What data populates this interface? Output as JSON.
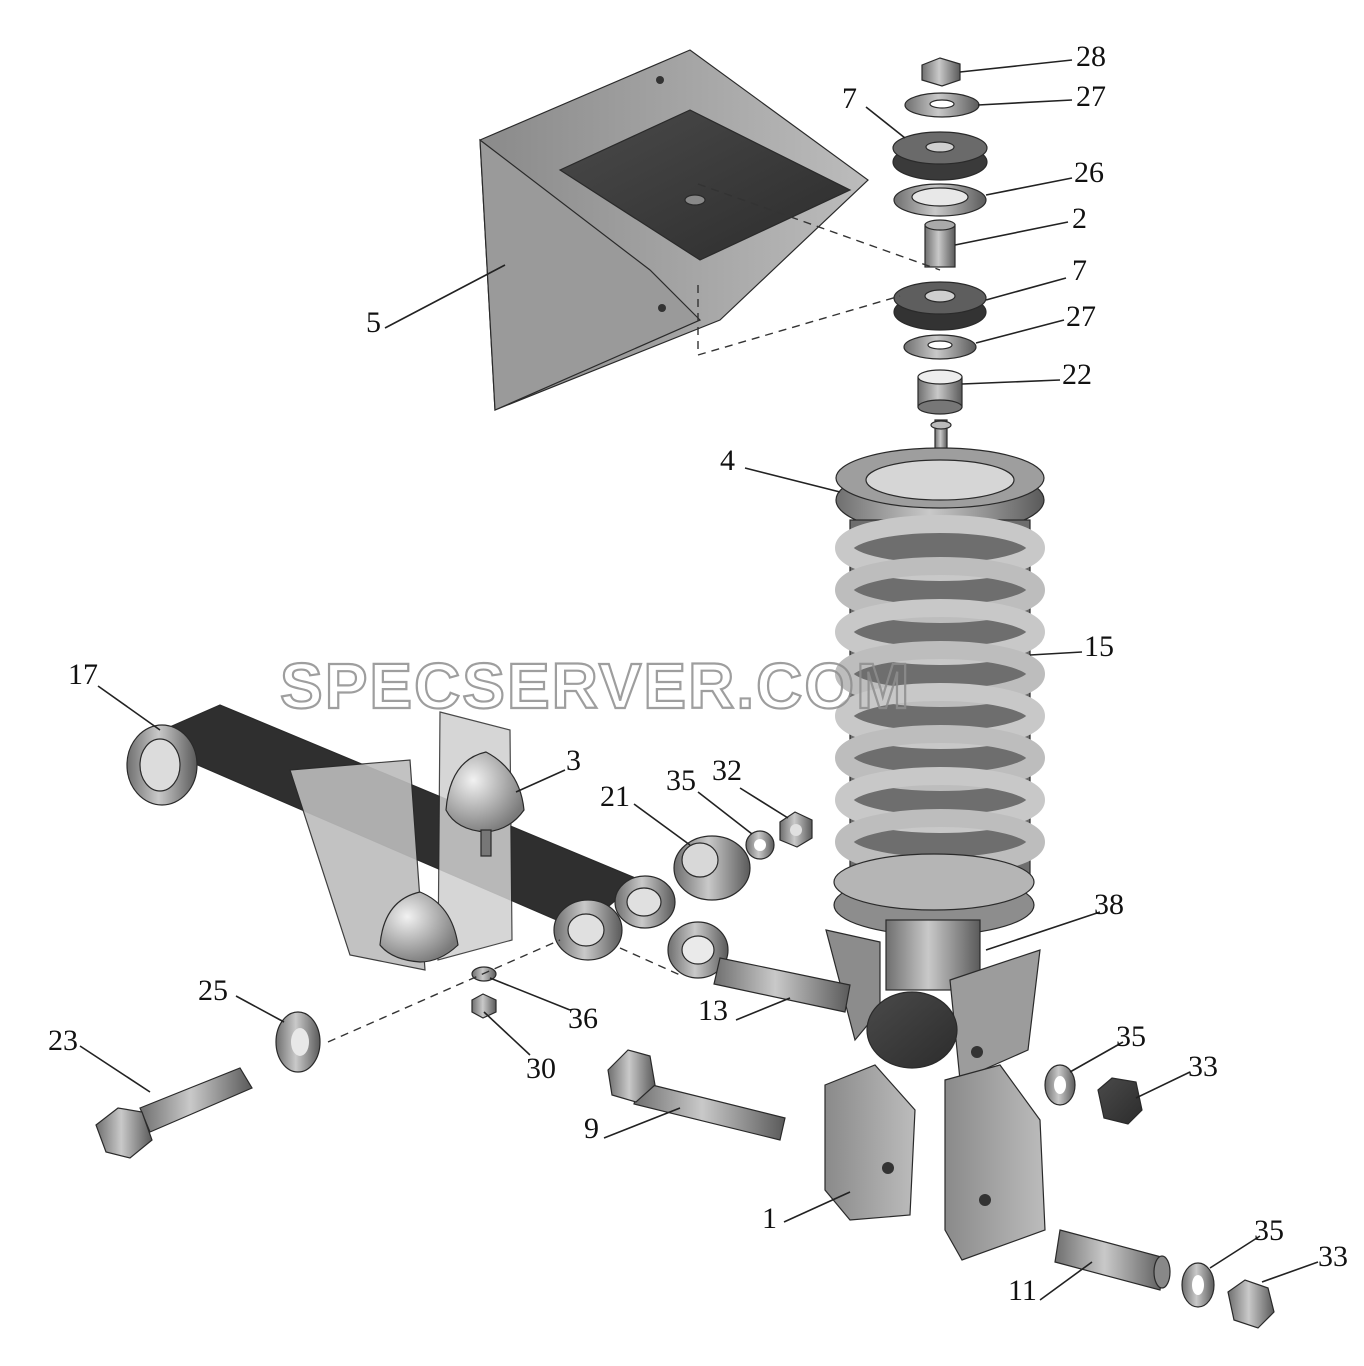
{
  "watermark": "SPECSERVER.COM",
  "callouts": [
    {
      "id": "c28",
      "label": "28"
    },
    {
      "id": "c27a",
      "label": "27"
    },
    {
      "id": "c7a",
      "label": "7"
    },
    {
      "id": "c26",
      "label": "26"
    },
    {
      "id": "c2",
      "label": "2"
    },
    {
      "id": "c7b",
      "label": "7"
    },
    {
      "id": "c27b",
      "label": "27"
    },
    {
      "id": "c22",
      "label": "22"
    },
    {
      "id": "c5",
      "label": "5"
    },
    {
      "id": "c4",
      "label": "4"
    },
    {
      "id": "c15",
      "label": "15"
    },
    {
      "id": "c17",
      "label": "17"
    },
    {
      "id": "c3",
      "label": "3"
    },
    {
      "id": "c35a",
      "label": "35"
    },
    {
      "id": "c32",
      "label": "32"
    },
    {
      "id": "c21",
      "label": "21"
    },
    {
      "id": "c38",
      "label": "38"
    },
    {
      "id": "c25",
      "label": "25"
    },
    {
      "id": "c36",
      "label": "36"
    },
    {
      "id": "c13",
      "label": "13"
    },
    {
      "id": "c23",
      "label": "23"
    },
    {
      "id": "c30",
      "label": "30"
    },
    {
      "id": "c35b",
      "label": "35"
    },
    {
      "id": "c33a",
      "label": "33"
    },
    {
      "id": "c9",
      "label": "9"
    },
    {
      "id": "c1",
      "label": "1"
    },
    {
      "id": "c35c",
      "label": "35"
    },
    {
      "id": "c33b",
      "label": "33"
    },
    {
      "id": "c11",
      "label": "11"
    }
  ]
}
